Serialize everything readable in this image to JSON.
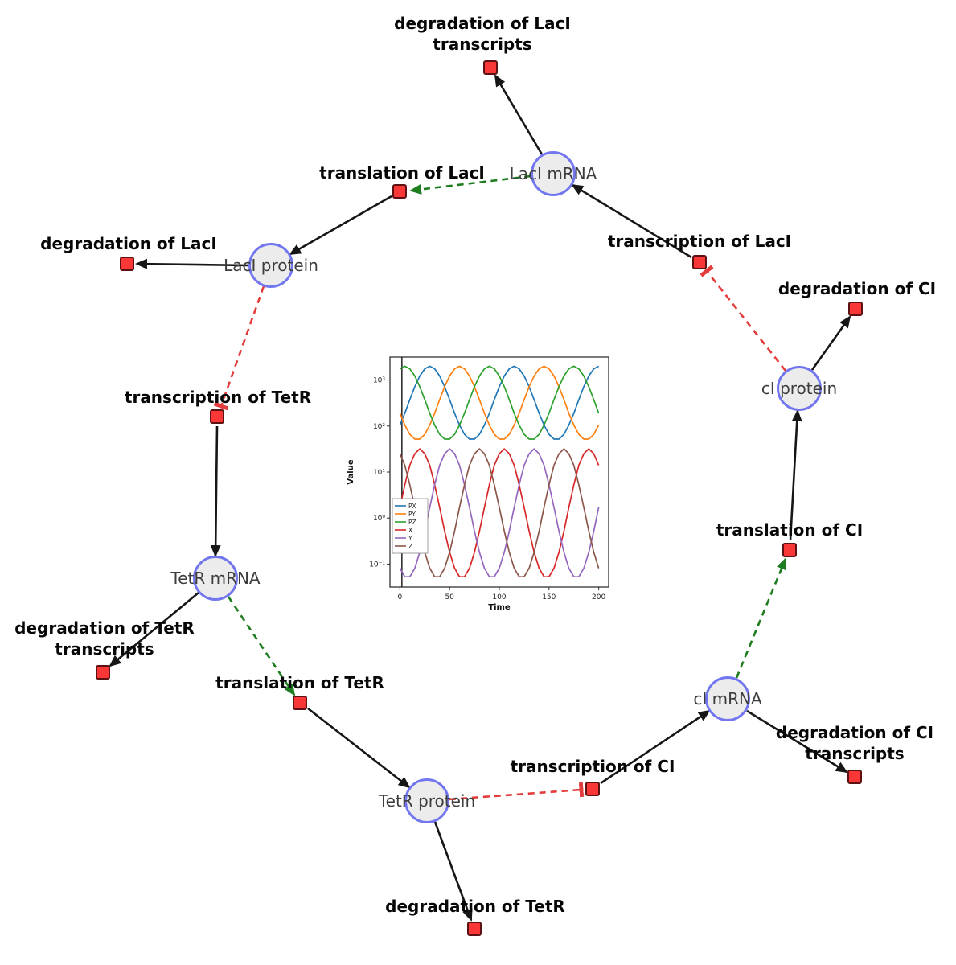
{
  "diagram": {
    "species": [
      {
        "id": "laci-mrna",
        "label": "LacI mRNA"
      },
      {
        "id": "laci-protein",
        "label": "LacI protein"
      },
      {
        "id": "tetr-mrna",
        "label": "TetR mRNA"
      },
      {
        "id": "tetr-protein",
        "label": "TetR protein"
      },
      {
        "id": "ci-mrna",
        "label": "cI mRNA"
      },
      {
        "id": "ci-protein",
        "label": "cI protein"
      }
    ],
    "reactions": [
      {
        "id": "deg-laci-transcripts",
        "label": "degradation of LacI transcripts",
        "line1": "degradation of LacI",
        "line2": "transcripts"
      },
      {
        "id": "translation-laci",
        "label": "translation of LacI",
        "line1": "translation of LacI"
      },
      {
        "id": "deg-laci",
        "label": "degradation of LacI",
        "line1": "degradation of LacI"
      },
      {
        "id": "transcription-laci",
        "label": "transcription of LacI",
        "line1": "transcription of LacI"
      },
      {
        "id": "deg-ci",
        "label": "degradation of CI",
        "line1": "degradation of CI"
      },
      {
        "id": "transcription-tetr",
        "label": "transcription of TetR",
        "line1": "transcription of TetR"
      },
      {
        "id": "translation-ci",
        "label": "translation of CI",
        "line1": "translation of CI"
      },
      {
        "id": "deg-tetr-transcripts",
        "label": "degradation of TetR transcripts",
        "line1": "degradation of TetR",
        "line2": "transcripts"
      },
      {
        "id": "translation-tetr",
        "label": "translation of TetR",
        "line1": "translation of TetR"
      },
      {
        "id": "deg-ci-transcripts",
        "label": "degradation of CI transcripts",
        "line1": "degradation of CI",
        "line2": "transcripts"
      },
      {
        "id": "transcription-ci",
        "label": "transcription of CI",
        "line1": "transcription of CI"
      },
      {
        "id": "deg-tetr",
        "label": "degradation of TetR",
        "line1": "degradation of TetR"
      }
    ],
    "colors": {
      "species_fill": "#ececec",
      "species_stroke": "#7277f0",
      "reaction_fill": "#fa3737",
      "reaction_stroke": "#5c1212",
      "production_edge": "#161616",
      "modifier_edge": "#1e7d1e",
      "inhibition_edge": "#e43b3b"
    }
  },
  "chart_data": {
    "type": "line",
    "title": "",
    "xlabel": "Time",
    "ylabel": "Value",
    "x_min": 0,
    "x_max": 200,
    "x_step": 5,
    "xlim": [
      -10,
      210
    ],
    "ylog": true,
    "ylim_log": [
      -1.5,
      3.5
    ],
    "x_ticks": [
      0,
      50,
      100,
      150,
      200
    ],
    "y_ticks": [
      0.1,
      1,
      10,
      100,
      1000
    ],
    "y_tick_labels": [
      "10⁻¹",
      "10⁰",
      "10¹",
      "10²",
      "10³"
    ],
    "grid": false,
    "legend_position": "left-middle",
    "series": [
      {
        "name": "PX",
        "color": "#1f77b4",
        "values": [
          105,
          190,
          375,
          720,
          1230,
          1760,
          2000,
          1760,
          1230,
          720,
          375,
          190,
          105,
          66,
          52,
          52,
          66,
          105,
          190,
          375,
          720,
          1230,
          1760,
          2000,
          1760,
          1230,
          720,
          375,
          190,
          105,
          66,
          52,
          52,
          66,
          105,
          190,
          375,
          720,
          1230,
          1760,
          2000
        ]
      },
      {
        "name": "PY",
        "color": "#ff7f0e",
        "values": [
          190,
          105,
          66,
          52,
          52,
          66,
          105,
          190,
          375,
          720,
          1230,
          1760,
          2000,
          1760,
          1230,
          720,
          375,
          190,
          105,
          66,
          52,
          52,
          66,
          105,
          190,
          375,
          720,
          1230,
          1760,
          2000,
          1760,
          1230,
          720,
          375,
          190,
          105,
          66,
          52,
          52,
          66,
          105
        ]
      },
      {
        "name": "PZ",
        "color": "#2ca02c",
        "values": [
          1760,
          2000,
          1760,
          1230,
          720,
          375,
          190,
          105,
          66,
          52,
          52,
          66,
          105,
          190,
          375,
          720,
          1230,
          1760,
          2000,
          1760,
          1230,
          720,
          375,
          190,
          105,
          66,
          52,
          52,
          66,
          105,
          190,
          375,
          720,
          1230,
          1760,
          2000,
          1760,
          1230,
          720,
          375,
          190
        ]
      },
      {
        "name": "X",
        "color": "#d62728",
        "values": [
          1.7,
          5.3,
          14,
          25,
          32,
          25,
          14,
          5.3,
          1.7,
          0.52,
          0.18,
          0.081,
          0.053,
          0.053,
          0.081,
          0.18,
          0.52,
          1.7,
          5.3,
          14,
          25,
          32,
          25,
          14,
          5.3,
          1.7,
          0.52,
          0.18,
          0.081,
          0.053,
          0.053,
          0.081,
          0.18,
          0.52,
          1.7,
          5.3,
          14,
          25,
          32,
          25,
          14
        ]
      },
      {
        "name": "Y",
        "color": "#9467bd",
        "values": [
          0.081,
          0.053,
          0.053,
          0.081,
          0.18,
          0.52,
          1.7,
          5.3,
          14,
          25,
          32,
          25,
          14,
          5.3,
          1.7,
          0.52,
          0.18,
          0.081,
          0.053,
          0.053,
          0.081,
          0.18,
          0.52,
          1.7,
          5.3,
          14,
          25,
          32,
          25,
          14,
          5.3,
          1.7,
          0.52,
          0.18,
          0.081,
          0.053,
          0.053,
          0.081,
          0.18,
          0.52,
          1.7
        ]
      },
      {
        "name": "Z",
        "color": "#8c564b",
        "values": [
          25,
          14,
          5.3,
          1.7,
          0.52,
          0.18,
          0.081,
          0.053,
          0.053,
          0.081,
          0.18,
          0.52,
          1.7,
          5.3,
          14,
          25,
          32,
          25,
          14,
          5.3,
          1.7,
          0.52,
          0.18,
          0.081,
          0.053,
          0.053,
          0.081,
          0.18,
          0.52,
          1.7,
          5.3,
          14,
          25,
          32,
          25,
          14,
          5.3,
          1.7,
          0.52,
          0.18,
          0.081
        ]
      }
    ],
    "annotations": [
      {
        "type": "vline",
        "x": 2,
        "color": "#222222"
      }
    ]
  }
}
